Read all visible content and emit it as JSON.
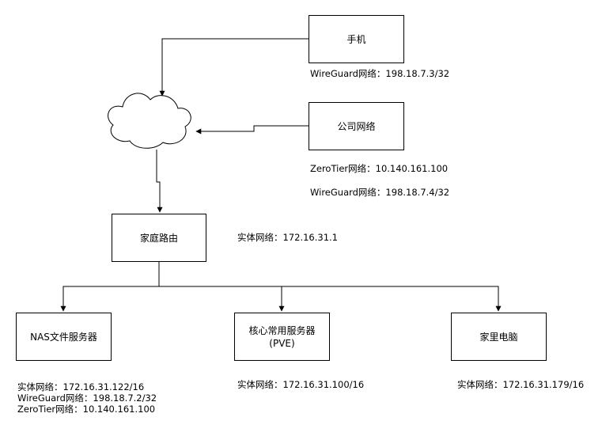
{
  "nodes": {
    "phone": {
      "title": "手机",
      "labels": [
        "WireGuard网络：198.18.7.3/32"
      ]
    },
    "office": {
      "title": "公司网络",
      "labels": [
        "ZeroTier网络：10.140.161.100",
        "WireGuard网络：198.18.7.4/32"
      ]
    },
    "router": {
      "title": "家庭路由",
      "labels": [
        "实体网络：172.16.31.1"
      ]
    },
    "nas": {
      "title": "NAS文件服务器",
      "labels": [
        "实体网络：172.16.31.122/16",
        "WireGuard网络：198.18.7.2/32",
        "ZeroTier网络：10.140.161.100"
      ]
    },
    "core": {
      "title_line1": "核心常用服务器",
      "title_line2": "(PVE)",
      "labels": [
        "实体网络：172.16.31.100/16"
      ]
    },
    "pc": {
      "title": "家里电脑",
      "labels": [
        "实体网络：172.16.31.179/16"
      ]
    }
  },
  "colors": {
    "stroke": "#000000",
    "fill": "#ffffff"
  }
}
